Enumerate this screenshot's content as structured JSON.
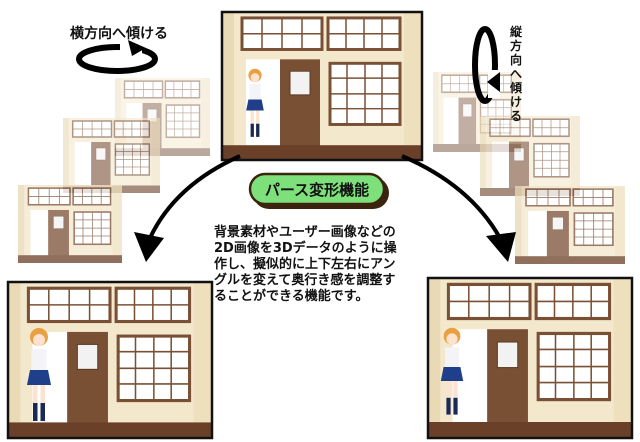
{
  "title": "パース変形機能",
  "labels": {
    "horizontal": "横方向へ傾ける",
    "vertical": [
      "縦",
      "方",
      "向",
      "へ",
      "傾",
      "け",
      "る"
    ]
  },
  "description": [
    "背景素材やユーザー画像などの",
    "2D画像を3Dデータのように操",
    "作し、擬似的に上下左右にアン",
    "グルを変えて奥行き感を調整す",
    "ることができる機能です。"
  ],
  "colors": {
    "badge": "#7ee07a",
    "badge_border": "#3a2410",
    "wall": "#f4e8cc",
    "wood": "#7a5035",
    "floor": "#6b4028"
  }
}
